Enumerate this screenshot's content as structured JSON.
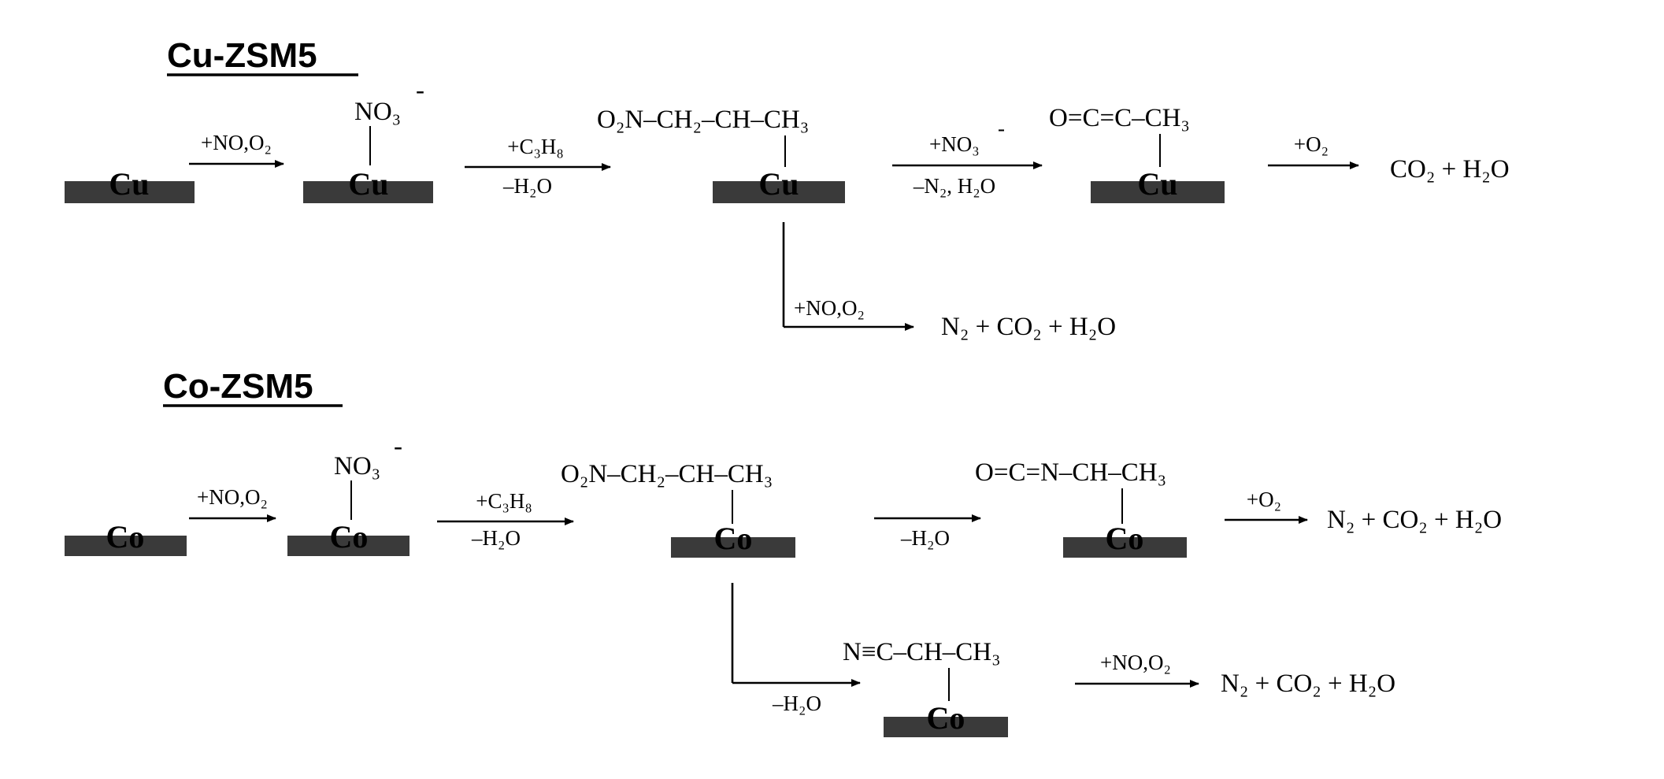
{
  "cu_section": {
    "title": "Cu-ZSM5",
    "metal": "Cu",
    "step1_cond": "+NO,O₂",
    "nitrate": "NO₃",
    "nitrate_charge": "-",
    "step2_cond_top": "+C₃H₈",
    "step2_cond_bottom": "–H₂O",
    "nitro_species": "O₂N–CH₂–CH–CH₃",
    "step3_cond_top": "+NO₃",
    "step3_cond_charge": "-",
    "step3_cond_bottom": "–N₂, H₂O",
    "ketene_species": "O=C=C–CH₃",
    "step4_cond": "+O₂",
    "final_product": "CO₂ + H₂O",
    "branch_cond": "+NO,O₂",
    "branch_product": "N₂ + CO₂ + H₂O"
  },
  "co_section": {
    "title": "Co-ZSM5",
    "metal": "Co",
    "step1_cond": "+NO,O₂",
    "nitrate": "NO₃",
    "nitrate_charge": "-",
    "step2_cond_top": "+C₃H₈",
    "step2_cond_bottom": "–H₂O",
    "nitro_species": "O₂N–CH₂–CH–CH₃",
    "step3_cond_bottom": "–H₂O",
    "isocyanate_species": "O=C=N–CH–CH₃",
    "step4_cond": "+O₂",
    "final_product": "N₂ + CO₂ + H₂O",
    "branch_cond_bottom": "–H₂O",
    "nitrile_species": "N≡C–CH–CH₃",
    "branch_step_cond": "+NO,O₂",
    "branch_product": "N₂ + CO₂ + H₂O"
  }
}
